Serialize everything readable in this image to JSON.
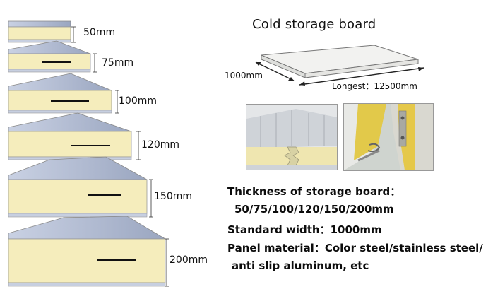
{
  "thickness_labels": [
    "50mm",
    "75mm",
    "100mm",
    "120mm",
    "150mm",
    "200mm"
  ],
  "board": {
    "title": "Cold storage board",
    "width_label": "1000mm",
    "length_label": "Longest：12500mm"
  },
  "specs": {
    "thickness_heading": "Thickness of storage board：",
    "thickness_values": "50/75/100/120/150/200mm",
    "width_line": "Standard width：1000mm",
    "material_line": "Panel material：Color steel/stainless steel/",
    "material_line_2": "anti slip aluminum, etc"
  },
  "colors": {
    "foam": "#f5edbc",
    "steel": "#b9c3d8",
    "steel_dark": "#8f9bb6",
    "board_face": "#f2f2f0",
    "photo_bg": "#d9dde3"
  }
}
